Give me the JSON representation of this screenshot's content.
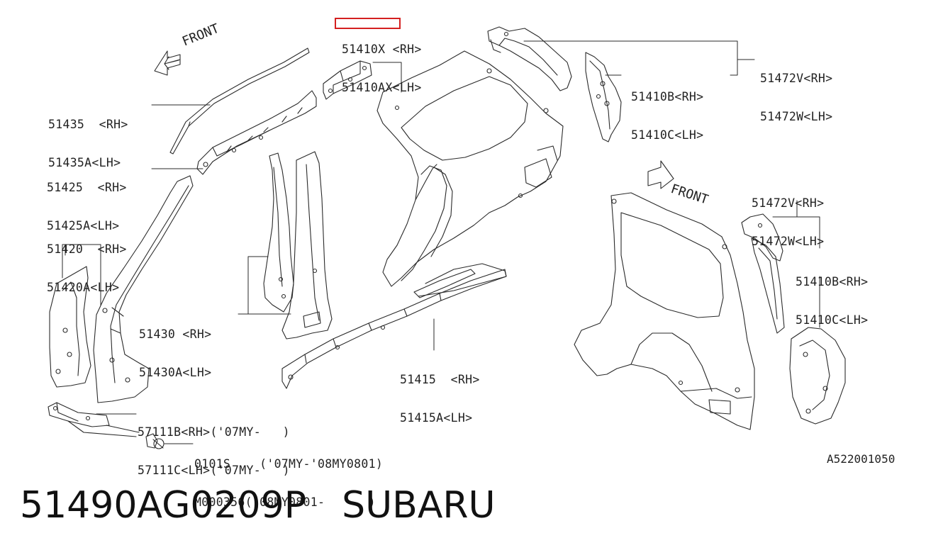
{
  "diagram": {
    "front_labels": [
      "FRONT",
      "FRONT"
    ],
    "highlighted_part": "51410X",
    "callouts": [
      {
        "id": "51410x",
        "rh": "51410X <RH>",
        "lh": "51410AX<LH>"
      },
      {
        "id": "51472vw-top",
        "rh": "51472V<RH>",
        "lh": "51472W<LH>"
      },
      {
        "id": "51410bc-top",
        "rh": "51410B<RH>",
        "lh": "51410C<LH>"
      },
      {
        "id": "51435",
        "rh": "51435  <RH>",
        "lh": "51435A<LH>"
      },
      {
        "id": "51425",
        "rh": "51425  <RH>",
        "lh": "51425A<LH>"
      },
      {
        "id": "51420",
        "rh": "51420  <RH>",
        "lh": "51420A<LH>"
      },
      {
        "id": "51430",
        "rh": "51430 <RH>",
        "lh": "51430A<LH>"
      },
      {
        "id": "51415",
        "rh": "51415  <RH>",
        "lh": "51415A<LH>"
      },
      {
        "id": "51472vw-right",
        "rh": "51472V<RH>",
        "lh": "51472W<LH>"
      },
      {
        "id": "51410bc-right",
        "rh": "51410B<RH>",
        "lh": "51410C<LH>"
      },
      {
        "id": "57111",
        "rh": "57111B<RH>('07MY-   )",
        "lh": "57111C<LH>('07MY-   )"
      },
      {
        "id": "0101s",
        "rh": "0101S    ('07MY-'08MY0801)",
        "lh": "M000356('08MY0801-      )"
      }
    ],
    "reference_code": "A522001050"
  },
  "footer": {
    "part_number": "51490AG0209P",
    "brand": "SUBARU"
  },
  "colors": {
    "line": "#2a2a2a",
    "highlight": "#d42020",
    "text": "#222222"
  }
}
